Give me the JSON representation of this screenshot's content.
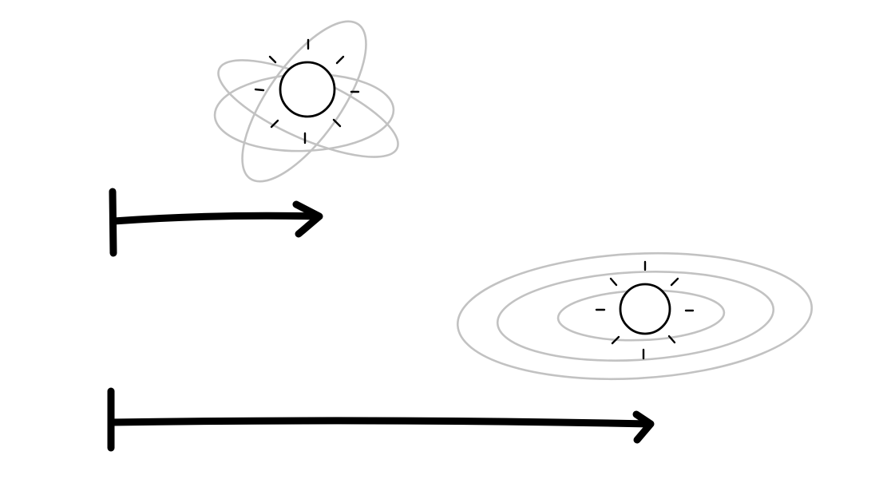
{
  "colors": {
    "background": "#ffffff",
    "ink": "#000000",
    "orbit": "#c2c2c2"
  },
  "diagram": {
    "top_system": {
      "shape": "star-with-randomly-tilted-orbits",
      "orbit_count": 3
    },
    "bottom_system": {
      "shape": "star-with-concentric-aligned-orbits",
      "orbit_count": 3
    },
    "top_arrow": {
      "relative_length": 0.38
    },
    "bottom_arrow": {
      "relative_length": 1.0
    }
  }
}
